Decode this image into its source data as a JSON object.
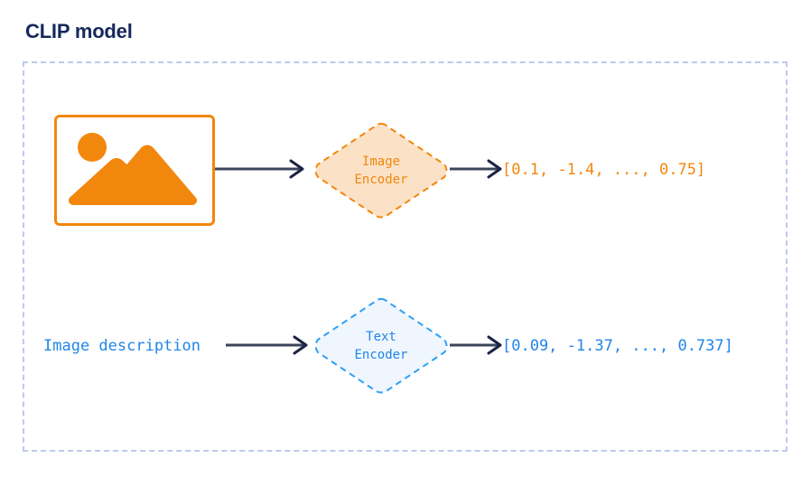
{
  "page": {
    "title": "CLIP model",
    "title_color": "#16285c",
    "background": "#ffffff"
  },
  "frame": {
    "border_color": "#bdcaeb",
    "border_style": "dashed"
  },
  "colors": {
    "orange": "#F2870D",
    "orange_fill": "#FBE2C7",
    "blue": "#2185E8",
    "blue_fill": "#EFF6FE",
    "arrow": "#3C455C",
    "navy": "#16285c"
  },
  "image_branch": {
    "thumbnail_icon": "image-placeholder-icon",
    "encoder": {
      "line1": "Image",
      "line2": "Encoder",
      "fill": "#FBE2C7",
      "stroke": "#F2870D"
    },
    "embedding": "[0.1, -1.4, ..., 0.75]",
    "arrow_in": "arrow-right-icon",
    "arrow_out": "arrow-right-icon"
  },
  "text_branch": {
    "input_label": "Image description",
    "encoder": {
      "line1": "Text",
      "line2": "Encoder",
      "fill": "#EFF6FE",
      "stroke": "#2185E8"
    },
    "embedding": "[0.09, -1.37, ..., 0.737]",
    "arrow_in": "arrow-right-icon",
    "arrow_out": "arrow-right-icon"
  }
}
